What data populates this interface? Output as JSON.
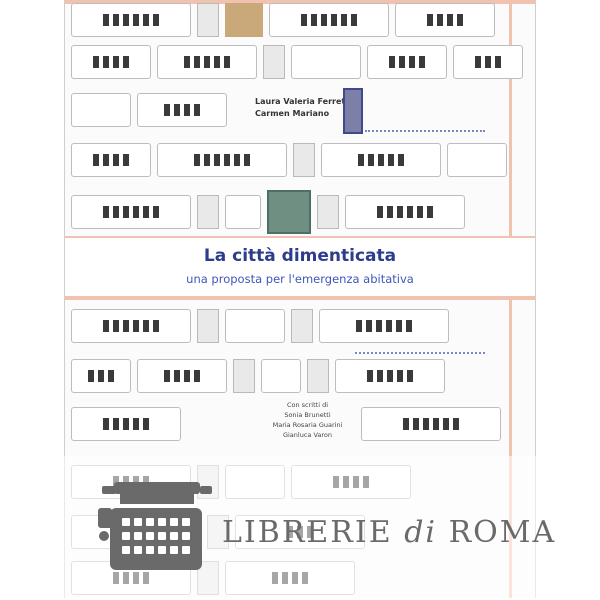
{
  "book": {
    "title": "La città dimenticata",
    "subtitle": "una proposta per l'emergenza abitativa",
    "authors": [
      "Laura Valeria Ferretti",
      "Carmen Mariano"
    ],
    "contributions_label": "Con scritti di",
    "contributors": [
      "Sonia Brunetti",
      "Maria Rosaria Guarini",
      "Gianluca Varon"
    ]
  },
  "watermark": {
    "brand_part1": "LIBRERIE",
    "brand_part2": "di",
    "brand_part3": "ROMA",
    "icon": "typewriter-icon"
  },
  "colors": {
    "title": "#2d3d8c",
    "subtitle": "#3f58b8",
    "peach_lines": "#f2c2b0",
    "green_accent": "#6f8f82",
    "tan_accent": "#c9a87a",
    "blue_accent": "#3d4b8a"
  }
}
